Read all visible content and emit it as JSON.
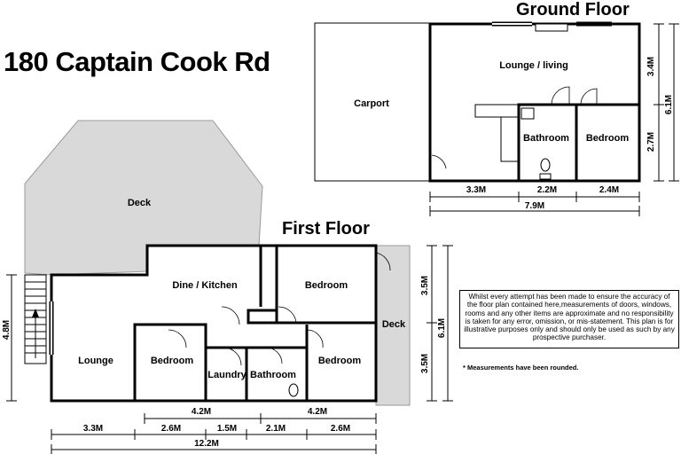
{
  "title": "180 Captain Cook Rd",
  "ground_floor": {
    "heading": "Ground Floor",
    "rooms": {
      "carport": "Carport",
      "lounge": "Lounge / living",
      "bathroom": "Bathroom",
      "bedroom": "Bedroom"
    },
    "dimensions": {
      "w1": "3.3M",
      "w2": "2.2M",
      "w3": "2.4M",
      "total": "7.9M",
      "h1": "3.4M",
      "h2": "2.7M",
      "h_total": "6.1M"
    }
  },
  "first_floor": {
    "heading": "First Floor",
    "rooms": {
      "deck_main": "Deck",
      "deck_side": "Deck",
      "dine_kitchen": "Dine / Kitchen",
      "bedroom_top": "Bedroom",
      "lounge": "Lounge",
      "bedroom_left": "Bedroom",
      "laundry": "Laundry",
      "bathroom": "Bathroom",
      "bedroom_right": "Bedroom"
    },
    "dimensions": {
      "top_a": "4.2M",
      "top_b": "4.2M",
      "seg1": "3.3M",
      "seg2": "2.6M",
      "seg3": "1.5M",
      "seg4": "2.1M",
      "seg5": "2.6M",
      "total": "12.2M",
      "left_h": "4.8M",
      "right_top": "3.5M",
      "right_bottom": "3.5M",
      "right_total": "6.1M"
    }
  },
  "disclaimer": "Whilst every attempt has been made to ensure the accuracy of the floor plan contained here,measurements of doors, windows, rooms and any other items are approximate and no responsibility is taken for any error, omission, or mis-statement. This plan is for illustrative purposes only and should only be used as such by any prospective purchaser.",
  "note": "* Measurements have been rounded."
}
